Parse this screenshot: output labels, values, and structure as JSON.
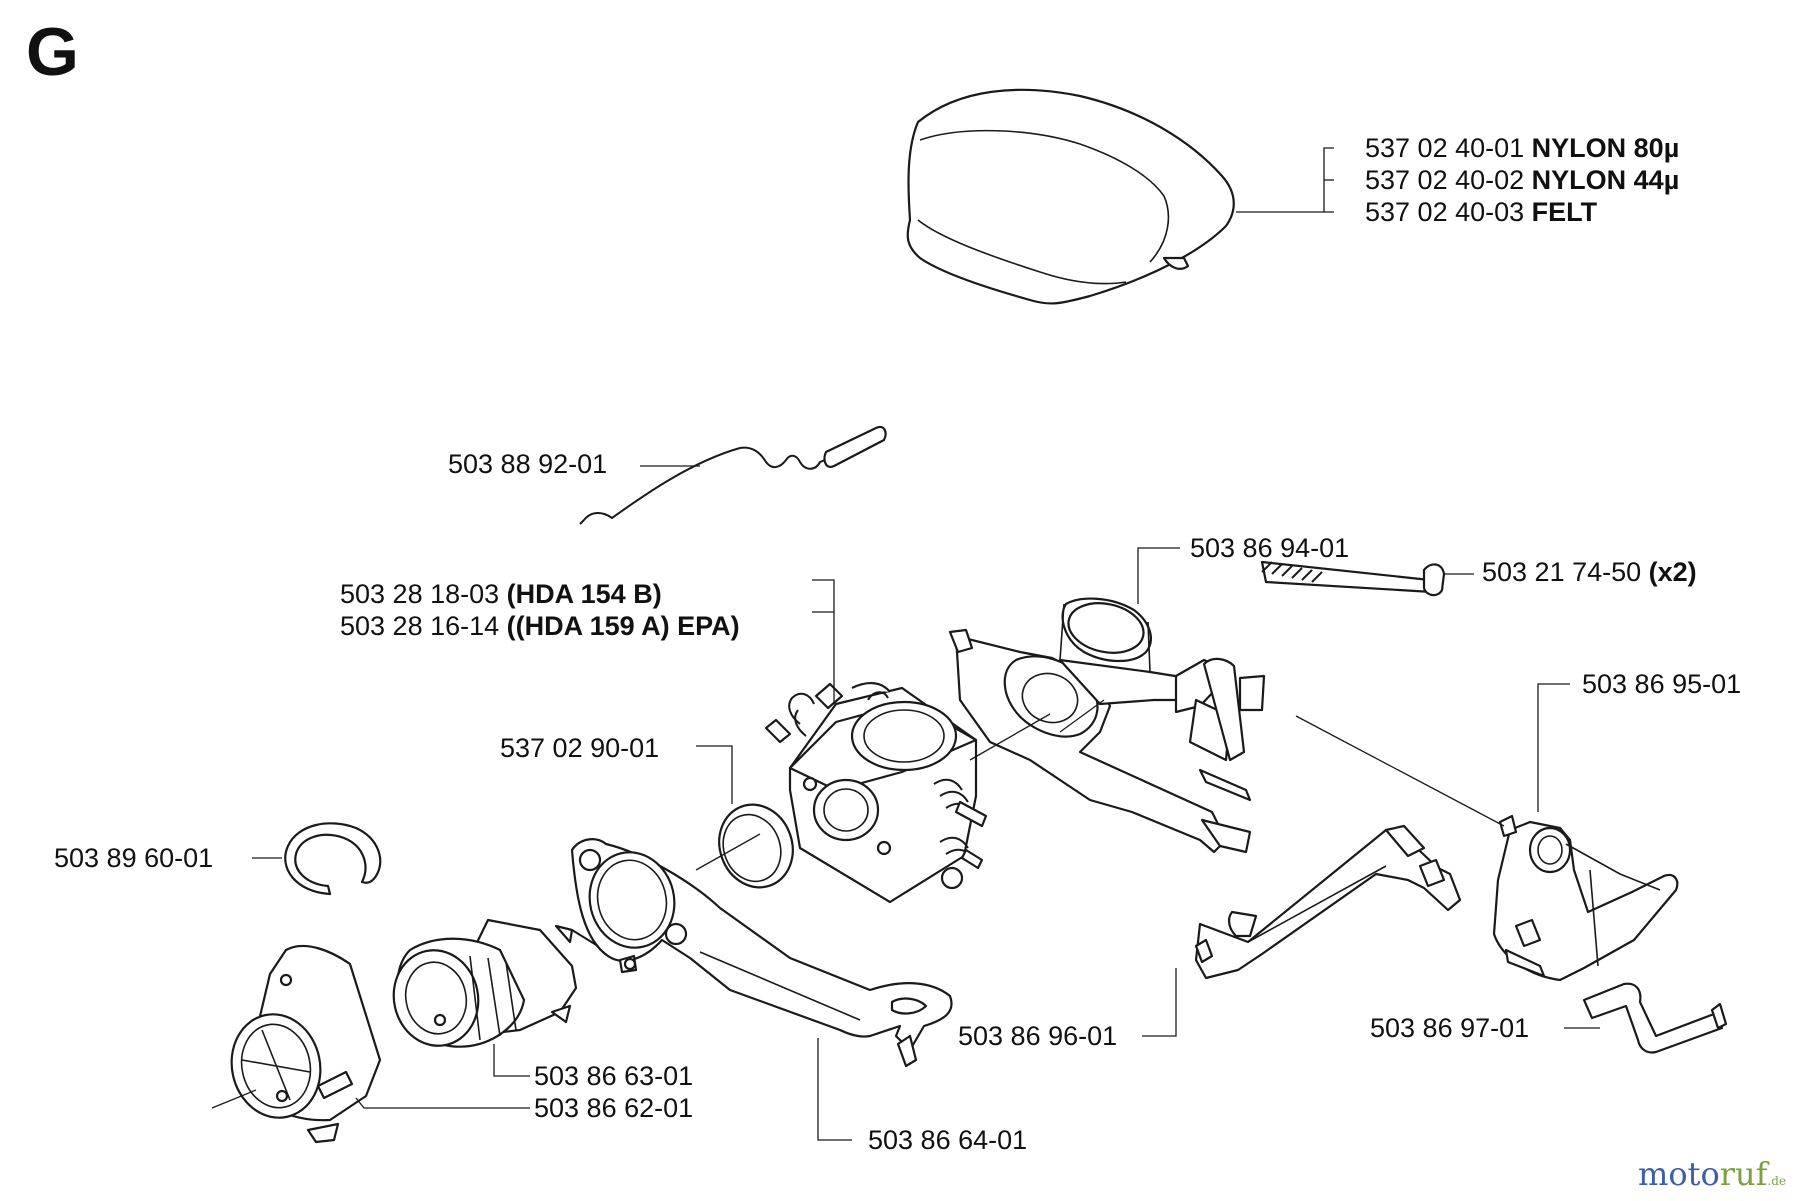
{
  "section_letter": "G",
  "brand": {
    "name_a": "moto",
    "name_b": "ruf",
    "tld": ".de"
  },
  "labels": {
    "filter_1_number": "537 02 40-01",
    "filter_1_desc": "NYLON 80µ",
    "filter_2_number": "537 02 40-02",
    "filter_2_desc": "NYLON 44µ",
    "filter_3_number": "537 02 40-03",
    "filter_3_desc": "FELT",
    "wire": "503 88 92-01",
    "carb_1_number": "503 28 18-03",
    "carb_1_desc": "(HDA 154 B)",
    "carb_2_number": "503 28 16-14",
    "carb_2_desc": "((HDA 159 A) EPA)",
    "seal": "537 02 90-01",
    "clip": "503 89 60-01",
    "manifold": "503 86 63-01",
    "intake": "503 86 62-01",
    "bracket": "503 86 64-01",
    "carb_housing": "503 86 94-01",
    "bolt_number": "503 21 74-50",
    "bolt_qty": "(x2)",
    "throttle_cover": "503 86 95-01",
    "lever": "503 86 96-01",
    "spring_clip": "503 86 97-01"
  }
}
